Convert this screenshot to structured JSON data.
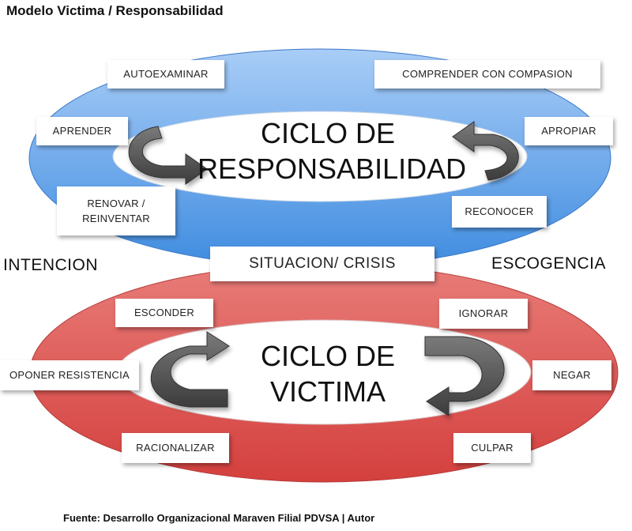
{
  "title": "Modelo Victima / Responsabilidad",
  "footer": "Fuente: Desarrollo Organizacional Maraven Filial PDVSA | Autor",
  "colors": {
    "top_ellipse_light": "#a9cdf7",
    "top_ellipse_dark": "#3f8ce0",
    "bottom_ellipse_light": "#e87c78",
    "bottom_ellipse_dark": "#d4403e",
    "arrow_gray": "#5a5a5a"
  },
  "responsibility_cycle": {
    "center_label": "CICLO DE\nRESPONSABILIDAD",
    "steps": {
      "autoexaminar": "AUTOEXAMINAR",
      "comprender": "COMPRENDER CON COMPASION",
      "aprender": "APRENDER",
      "apropiar": "APROPIAR",
      "renovar": "RENOVAR /\nREINVENTAR",
      "reconocer": "RECONOCER"
    }
  },
  "middle": {
    "left_label": "INTENCION",
    "center_box": "SITUACION/ CRISIS",
    "right_label": "ESCOGENCIA"
  },
  "victim_cycle": {
    "center_label": "CICLO DE\nVICTIMA",
    "steps": {
      "esconder": "ESCONDER",
      "ignorar": "IGNORAR",
      "oponer": "OPONER RESISTENCIA",
      "negar": "NEGAR",
      "racionalizar": "RACIONALIZAR",
      "culpar": "CULPAR"
    }
  }
}
